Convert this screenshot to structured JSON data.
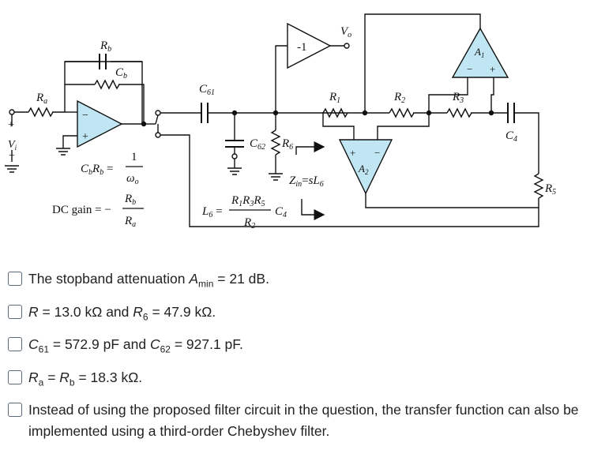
{
  "circuit": {
    "labels": {
      "rb": "R_b",
      "cb": "C_b",
      "ra": "R_a",
      "vi": "V_i",
      "plus": "+",
      "minus": "−",
      "c61": "C_61",
      "neg1": "-1",
      "vo": "V_o",
      "r1": "R_1",
      "r2": "R_2",
      "r3": "R_3",
      "a1": "A_1",
      "c4": "C_4",
      "c62": "C_62",
      "r6": "R_6",
      "a2": "A_2",
      "r5": "R_5",
      "zin": "Z_in = sL_6",
      "cbrb_eq": "C_b R_b = 1 / ω_o",
      "dc_gain": "DC gain = − R_b / R_a",
      "l6_eq": "L_6 = R_1R_3R_5 C_4 / R_2"
    }
  },
  "options": [
    {
      "id": "opt1",
      "label": "The stopband attenuation A_min = 21 dB.",
      "checked": false
    },
    {
      "id": "opt2",
      "label": "R = 13.0 kΩ and R_6 = 47.9 kΩ.",
      "checked": false
    },
    {
      "id": "opt3",
      "label": "C_61 = 572.9 pF and C_62 = 927.1 pF.",
      "checked": false
    },
    {
      "id": "opt4",
      "label": "R_a = R_b = 18.3 kΩ.",
      "checked": false
    },
    {
      "id": "opt5",
      "label": "Instead of using the proposed filter circuit in the question, the transfer function can also be implemented using a third-order Chebyshev filter.",
      "checked": false
    }
  ]
}
